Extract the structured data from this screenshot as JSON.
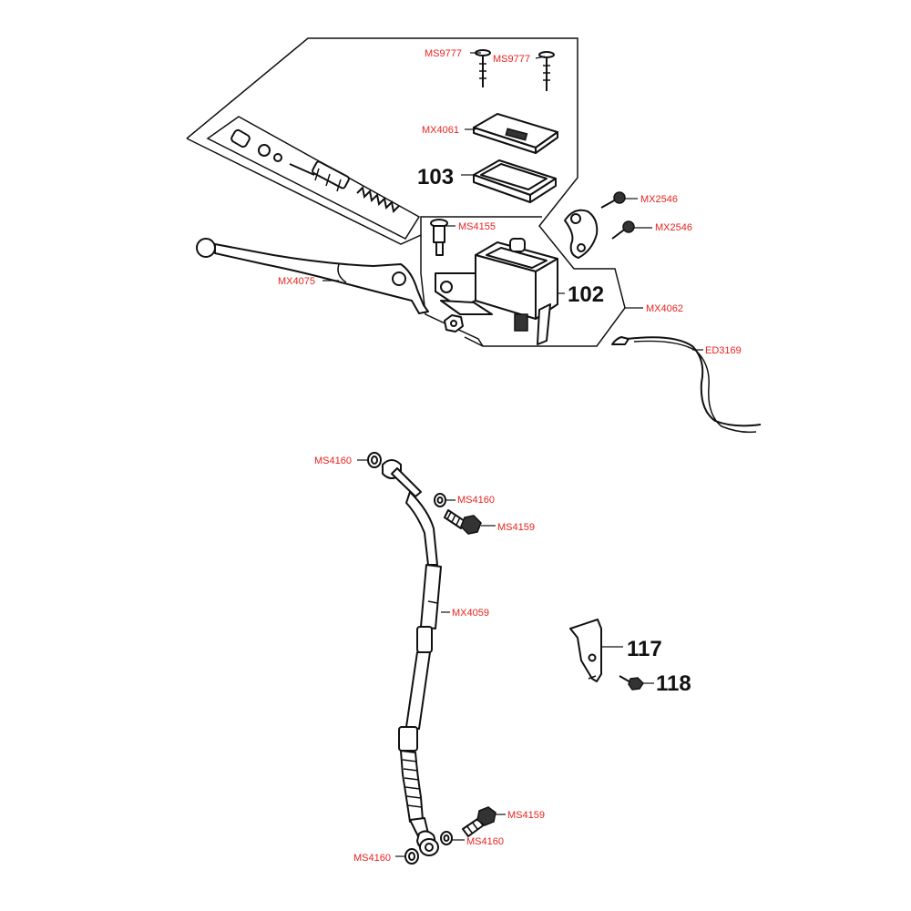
{
  "labels": {
    "ms9777_a": "MS9777",
    "ms9777_b": "MS9777",
    "mx4061": "MX4061",
    "ref103": "103",
    "mx2546_a": "MX2546",
    "mx2546_b": "MX2546",
    "ms4155": "MS4155",
    "mx4075": "MX4075",
    "ref102": "102",
    "mx4062": "MX4062",
    "ed3169": "ED3169",
    "ms4160_a": "MS4160",
    "ms4160_b": "MS4160",
    "ms4159_a": "MS4159",
    "mx4059": "MX4059",
    "ref117": "117",
    "ref118": "118",
    "ms4159_b": "MS4159",
    "ms4160_c": "MS4160",
    "ms4160_d": "MS4160"
  },
  "colors": {
    "label": "#e8231f",
    "ref": "#111111",
    "line": "#111111"
  }
}
